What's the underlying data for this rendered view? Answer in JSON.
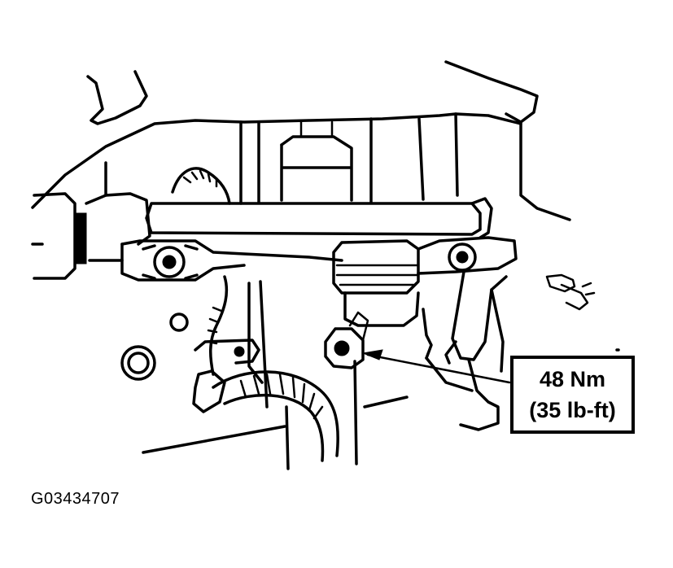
{
  "callout": {
    "torque_metric": "48 Nm",
    "torque_imperial": "(35 lb-ft)"
  },
  "figure": {
    "id": "G03434707"
  },
  "colors": {
    "ink": "#000000",
    "paper": "#ffffff"
  }
}
